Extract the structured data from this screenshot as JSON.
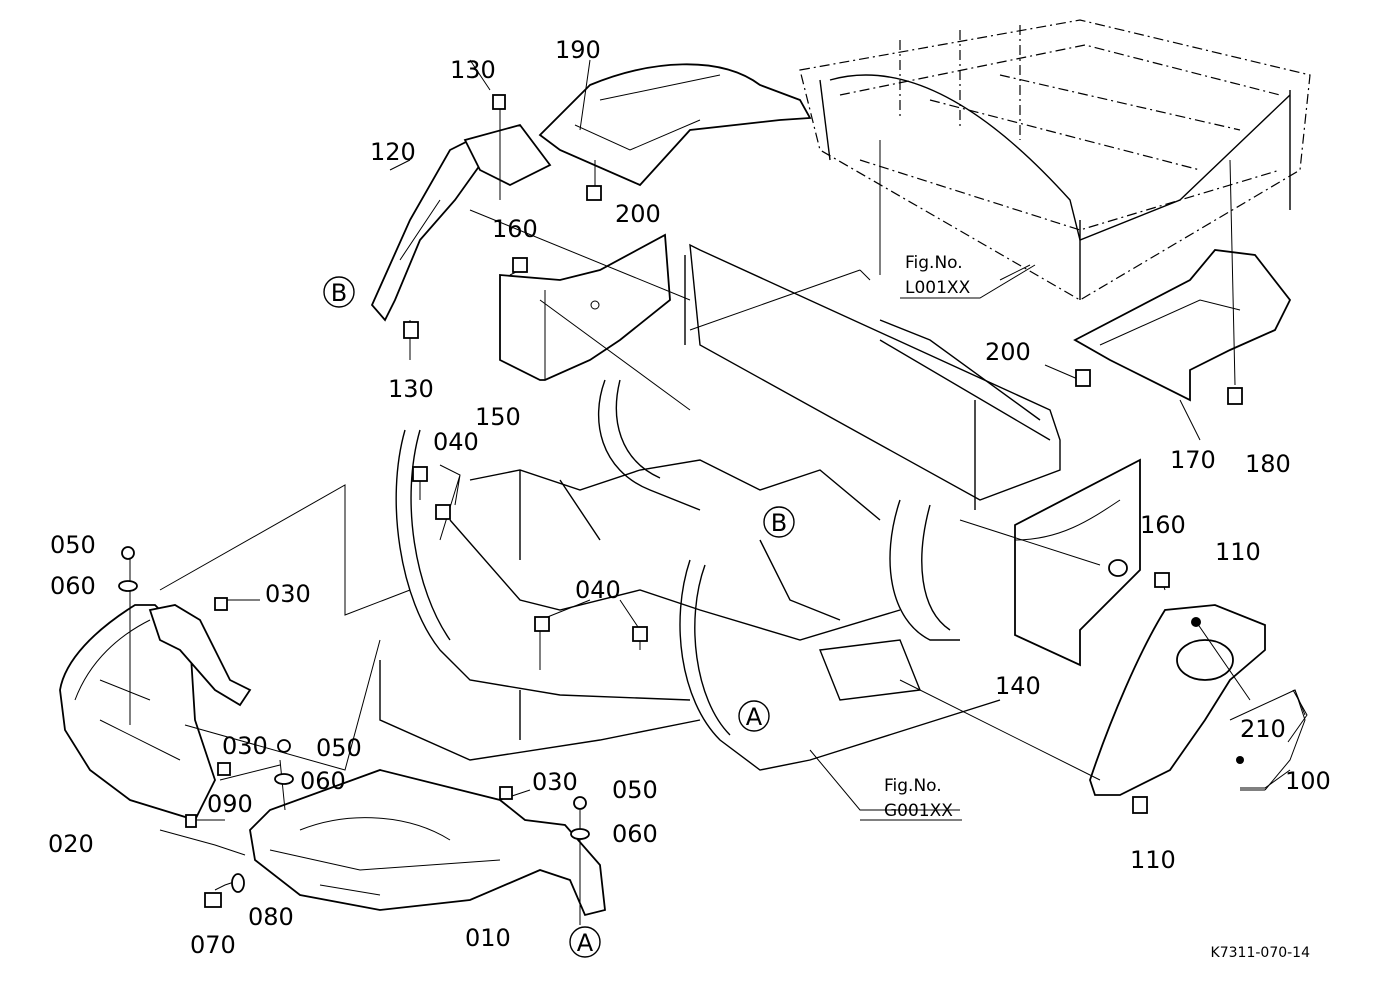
{
  "callouts": {
    "p010": "010",
    "p020": "020",
    "p030a": "030",
    "p030b": "030",
    "p030c": "030",
    "p040a": "040",
    "p040b": "040",
    "p050a": "050",
    "p050b": "050",
    "p050c": "050",
    "p060a": "060",
    "p060b": "060",
    "p060c": "060",
    "p070": "070",
    "p080": "080",
    "p090": "090",
    "p100": "100",
    "p110a": "110",
    "p110b": "110",
    "p120": "120",
    "p130a": "130",
    "p130b": "130",
    "p140": "140",
    "p150": "150",
    "p160a": "160",
    "p160b": "160",
    "p170": "170",
    "p180": "180",
    "p190": "190",
    "p200a": "200",
    "p200b": "200",
    "p210": "210"
  },
  "markers": {
    "a1": "A",
    "a2": "A",
    "b1": "B",
    "b2": "B"
  },
  "figrefs": {
    "l_title": "Fig.No.",
    "l_code": "L001XX",
    "g_title": "Fig.No.",
    "g_code": "G001XX"
  },
  "drawing_code": "K7311-070-14"
}
